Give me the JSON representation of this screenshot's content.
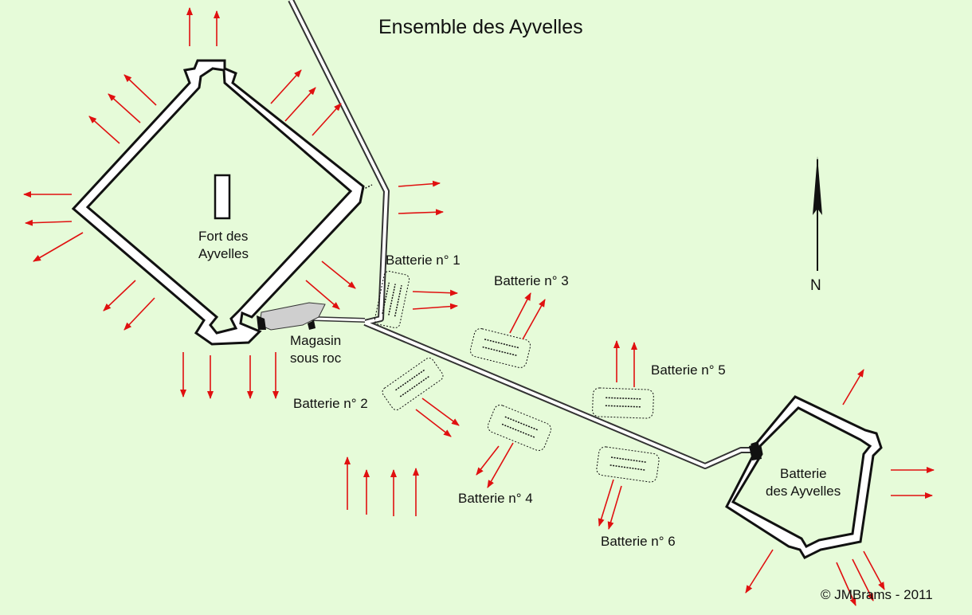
{
  "title": "Ensemble des Ayvelles",
  "labels": {
    "fort": [
      "Fort des",
      "Ayvelles"
    ],
    "magasin": [
      "Magasin",
      "sous roc"
    ],
    "batterie1": "Batterie n° 1",
    "batterie2": "Batterie n° 2",
    "batterie3": "Batterie n° 3",
    "batterie4": "Batterie n° 4",
    "batterie5": "Batterie n° 5",
    "batterie6": "Batterie n° 6",
    "batterie_ayvelles": [
      "Batterie",
      "des Ayvelles"
    ]
  },
  "north": "N",
  "copyright": "©  JMBrams  -  2011",
  "colors": {
    "background": "#e6fbd9",
    "walls": "#111111",
    "fill": "#ffffff",
    "arrows": "#e01010",
    "road": "#333333",
    "magasin": "#cfcfcf"
  }
}
